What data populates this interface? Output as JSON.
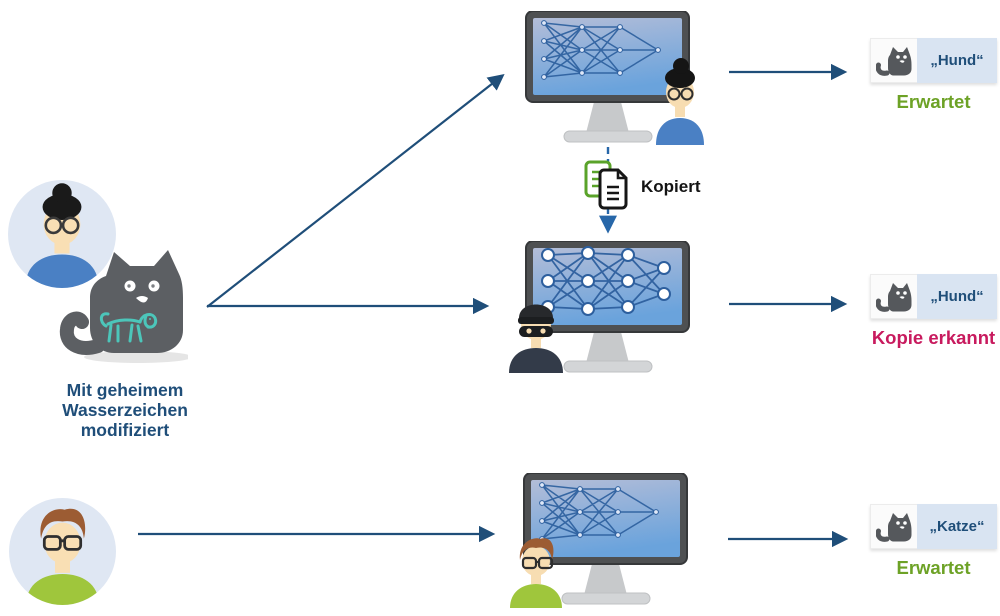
{
  "colors": {
    "arrow_blue": "#1f4e79",
    "text_blue": "#1f4e79",
    "expected_green": "#6da226",
    "copy_detected_crimson": "#c81a5e",
    "watermark_teal": "#4cc6ba",
    "screen_blue": "#6aa3dc",
    "avatar_circle_bg": "#dfe7f3",
    "cat_gray": "#5c5f63"
  },
  "sender_modified": {
    "avatar": "woman-with-bun-and-glasses",
    "object": "cat-image-with-hidden-dog-watermark",
    "caption_lines": [
      "Mit geheimem",
      "Wasserzeichen",
      "modifiziert"
    ]
  },
  "sender_clean": {
    "avatar": "man-with-glasses-green-shirt"
  },
  "copy_step": {
    "label": "Kopiert",
    "icon": "copy-documents-icon"
  },
  "models": [
    {
      "name": "original-model",
      "operator": "woman-with-bun-and-glasses",
      "screen": "neural-network"
    },
    {
      "name": "copied-model",
      "operator": "thief-with-mask",
      "screen": "neural-network-large-nodes"
    },
    {
      "name": "clean-model",
      "operator": "man-with-glasses-green-shirt",
      "screen": "neural-network"
    }
  ],
  "outputs": [
    {
      "icon": "cat-icon",
      "label": "„Hund“",
      "status": "Erwartet"
    },
    {
      "icon": "cat-icon",
      "label": "„Hund“",
      "status": "Kopie erkannt"
    },
    {
      "icon": "cat-icon",
      "label": "„Katze“",
      "status": "Erwartet"
    }
  ]
}
